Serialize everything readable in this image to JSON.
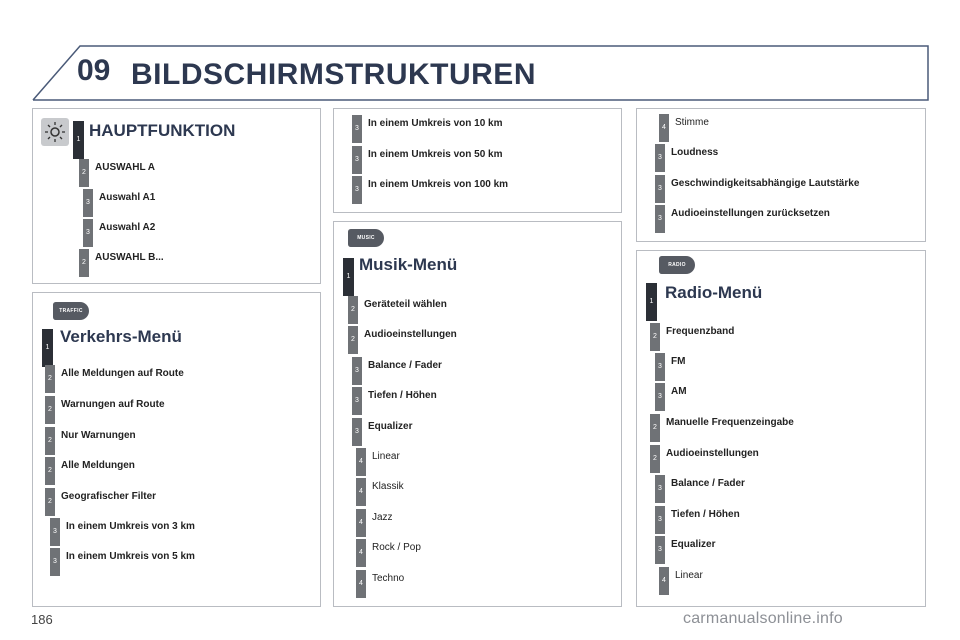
{
  "header": {
    "chapter_number": "09",
    "title": "BILDSCHIRMSTRUKTUREN"
  },
  "hauptfunktion": {
    "title": "HAUPTFUNKTION",
    "icon": "brightness-icon",
    "items": [
      {
        "level": "2",
        "label": "AUSWAHL A"
      },
      {
        "level": "3",
        "label": "Auswahl A1"
      },
      {
        "level": "3",
        "label": "Auswahl A2"
      },
      {
        "level": "2",
        "label": "AUSWAHL B..."
      }
    ]
  },
  "verkehr": {
    "title": "Verkehrs-Menü",
    "badge": "TRAFFIC",
    "items": [
      {
        "level": "2",
        "label": "Alle Meldungen auf Route"
      },
      {
        "level": "2",
        "label": "Warnungen auf Route"
      },
      {
        "level": "2",
        "label": "Nur Warnungen"
      },
      {
        "level": "2",
        "label": "Alle Meldungen"
      },
      {
        "level": "2",
        "label": "Geografischer Filter"
      },
      {
        "level": "3",
        "label": "In einem Umkreis von 3 km"
      },
      {
        "level": "3",
        "label": "In einem Umkreis von 5 km"
      }
    ]
  },
  "umkreis": {
    "items": [
      {
        "level": "3",
        "label": "In einem Umkreis von 10 km"
      },
      {
        "level": "3",
        "label": "In einem Umkreis von 50 km"
      },
      {
        "level": "3",
        "label": "In einem Umkreis von 100 km"
      }
    ]
  },
  "musik": {
    "title": "Musik-Menü",
    "badge": "MUSIC",
    "items": [
      {
        "level": "2",
        "label": "Geräteteil wählen"
      },
      {
        "level": "2",
        "label": "Audioeinstellungen"
      },
      {
        "level": "3",
        "label": "Balance / Fader"
      },
      {
        "level": "3",
        "label": "Tiefen / Höhen"
      },
      {
        "level": "3",
        "label": "Equalizer"
      },
      {
        "level": "4",
        "label": "Linear"
      },
      {
        "level": "4",
        "label": "Klassik"
      },
      {
        "level": "4",
        "label": "Jazz"
      },
      {
        "level": "4",
        "label": "Rock / Pop"
      },
      {
        "level": "4",
        "label": "Techno"
      }
    ]
  },
  "stimme": {
    "items": [
      {
        "level": "4",
        "label": "Stimme"
      },
      {
        "level": "3",
        "label": "Loudness"
      },
      {
        "level": "3",
        "label": "Geschwindigkeitsabhängige Lautstärke"
      },
      {
        "level": "3",
        "label": "Audioeinstellungen zurücksetzen"
      }
    ]
  },
  "radio": {
    "title": "Radio-Menü",
    "badge": "RADIO",
    "items": [
      {
        "level": "2",
        "label": "Frequenzband"
      },
      {
        "level": "3",
        "label": "FM"
      },
      {
        "level": "3",
        "label": "AM"
      },
      {
        "level": "2",
        "label": "Manuelle Frequenzeingabe"
      },
      {
        "level": "2",
        "label": "Audioeinstellungen"
      },
      {
        "level": "3",
        "label": "Balance / Fader"
      },
      {
        "level": "3",
        "label": "Tiefen / Höhen"
      },
      {
        "level": "3",
        "label": "Equalizer"
      },
      {
        "level": "4",
        "label": "Linear"
      }
    ]
  },
  "level1_marker": "1",
  "footer": {
    "page_number": "186",
    "watermark": "carmanualsonline.info"
  }
}
